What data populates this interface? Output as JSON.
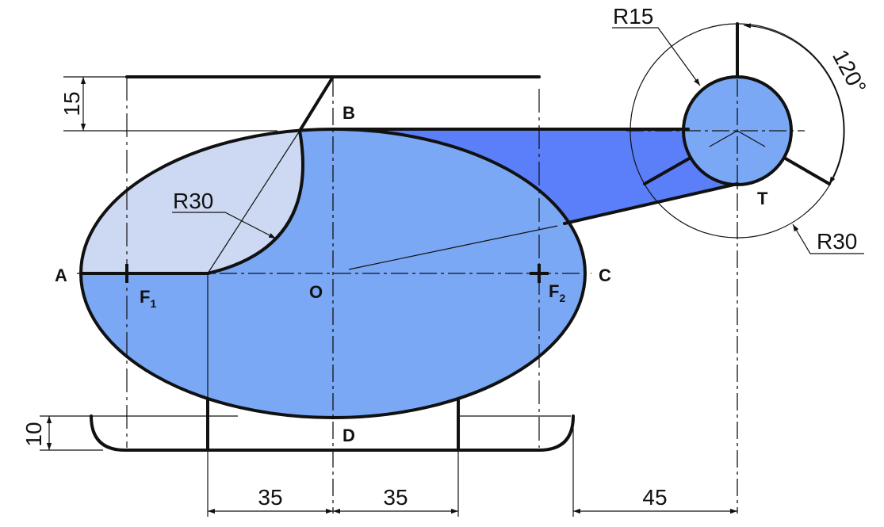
{
  "points": {
    "A": "A",
    "B": "B",
    "C": "C",
    "D": "D",
    "O": "O",
    "T": "T",
    "F1": {
      "base": "F",
      "sub": "1"
    },
    "F2": {
      "base": "F",
      "sub": "2"
    }
  },
  "dimensions": {
    "rotor_gap": "15",
    "skid_height": "10",
    "left_span": "35",
    "right_span": "35",
    "tail_offset": "45",
    "tail_hub_radius": "R15",
    "tail_circle_radius": "R30",
    "cockpit_radius": "R30",
    "blade_angle": "120°"
  },
  "colors": {
    "body": "#7aa8f5",
    "cockpit": "#cdd9f3",
    "tail_boom": "#5b7ff8",
    "outline": "#111111"
  }
}
